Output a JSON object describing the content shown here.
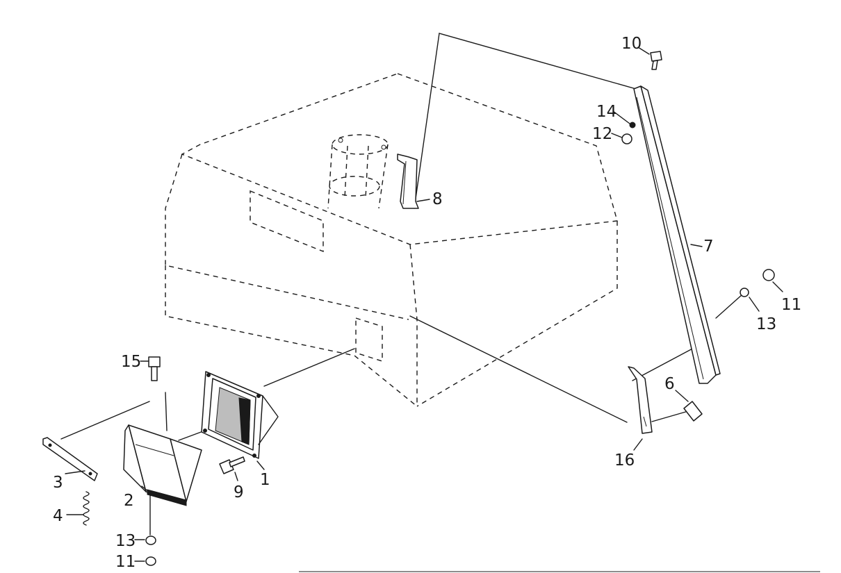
{
  "labels": {
    "p1": "1",
    "p2": "2",
    "p3": "3",
    "p4": "4",
    "p6": "6",
    "p7": "7",
    "p8": "8",
    "p9": "9",
    "p10": "10",
    "p11a": "11",
    "p11b": "11",
    "p12": "12",
    "p13a": "13",
    "p13b": "13",
    "p14": "14",
    "p15": "15",
    "p16": "16"
  }
}
